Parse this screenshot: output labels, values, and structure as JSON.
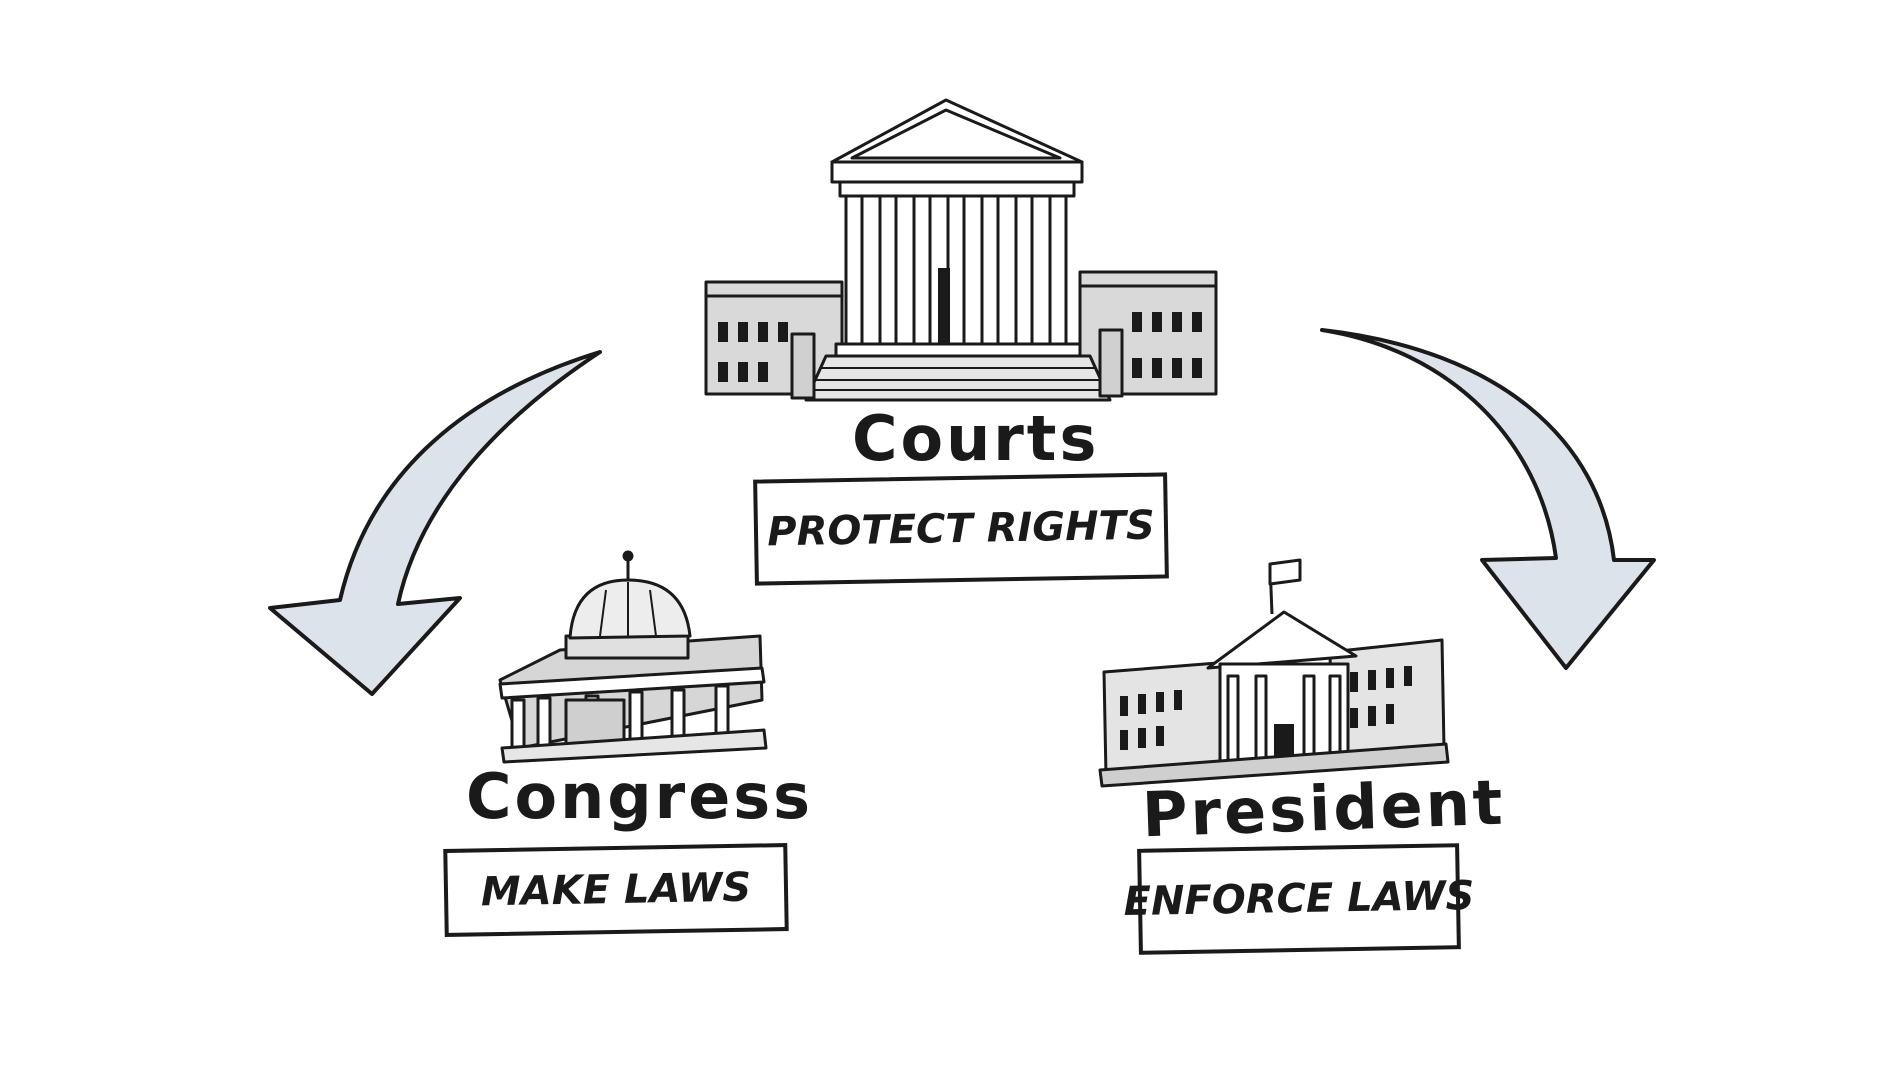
{
  "diagram": {
    "top": {
      "name": "Courts",
      "duty": "PROTECT RIGHTS",
      "icon": "supreme-court-building-icon"
    },
    "left": {
      "name": "Congress",
      "duty": "MAKE LAWS",
      "icon": "capitol-building-icon"
    },
    "right": {
      "name": "President",
      "duty": "ENFORCE LAWS",
      "icon": "white-house-icon"
    },
    "arrows": [
      {
        "from": "Courts",
        "to": "Congress",
        "icon": "curved-arrow-icon"
      },
      {
        "from": "Courts",
        "to": "President",
        "icon": "curved-arrow-icon"
      }
    ],
    "colors": {
      "ink": "#1a1a1a",
      "arrow_fill": "#dde3ea",
      "building_shade": "#c9c9c9",
      "background": "#ffffff"
    }
  }
}
